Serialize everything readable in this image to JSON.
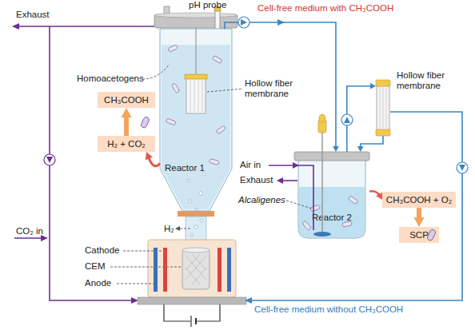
{
  "diagram": {
    "nodes": [
      {
        "text": [
          "CH₃COOH"
        ]
      },
      {
        "text": [
          "H₂ + CO₂"
        ]
      },
      {
        "text": [
          "Reactor 1"
        ]
      },
      {
        "text": [
          "Hollow fiber membrane"
        ]
      },
      {
        "text": [
          "Reactor 2"
        ]
      },
      {
        "text": [
          "CH₃COOH + O₂"
        ]
      },
      {
        "text": [
          "SCP"
        ]
      }
    ],
    "edges": [
      {
        "from": 2,
        "to": 1,
        "arrow": "to"
      },
      {
        "from": 1,
        "to": 0,
        "arrow": "to"
      },
      {
        "from": 2,
        "to": 4,
        "label": "Cell-free medium with CH₃COOH",
        "arrow": "to"
      },
      {
        "from": 4,
        "to": 3,
        "arrow": "to"
      },
      {
        "from": 3,
        "to": 4,
        "arrow": "to"
      },
      {
        "from": 4,
        "to": 5,
        "arrow": "to"
      },
      {
        "from": 5,
        "to": 6,
        "arrow": "to"
      }
    ],
    "labels": [
      "Exhaust",
      "pH probe",
      "Homoacetogens",
      "Hollow fiber membrane",
      "H₂",
      "CO₂ in",
      "Cathode",
      "CEM",
      "Anode",
      "Air in",
      "Exhaust",
      "Alcaligenes",
      "Cell-free medium without CH₃COOH"
    ]
  }
}
